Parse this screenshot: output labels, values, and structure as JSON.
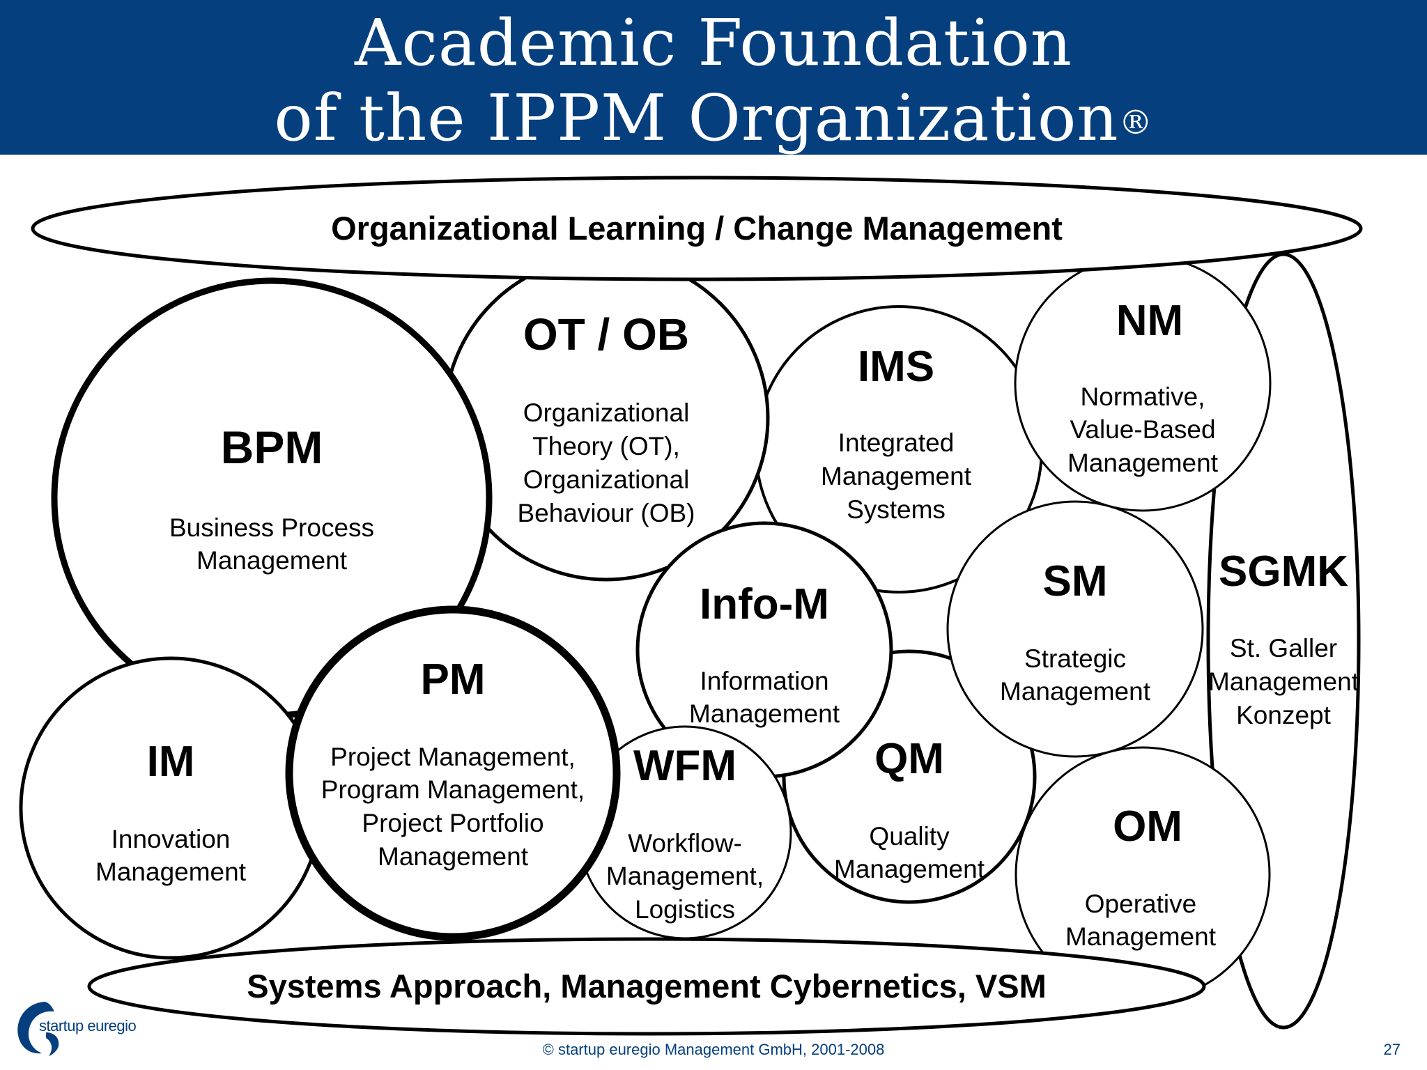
{
  "header": {
    "title_line1": "Academic Foundation",
    "title_line2": "of the IPPM Organization",
    "registered_mark": "®"
  },
  "bands": {
    "top": "Organizational Learning / Change Management",
    "bottom": "Systems Approach, Management Cybernetics, VSM"
  },
  "circles": {
    "bpm": {
      "abbr": "BPM",
      "desc": [
        "Business Process",
        "Management"
      ]
    },
    "otob": {
      "abbr": "OT / OB",
      "desc": [
        "Organizational",
        "Theory (OT),",
        "Organizational",
        "Behaviour (OB)"
      ]
    },
    "ims": {
      "abbr": "IMS",
      "desc": [
        "Integrated",
        "Management",
        "Systems"
      ]
    },
    "nm": {
      "abbr": "NM",
      "desc": [
        "Normative,",
        "Value-Based",
        "Management"
      ]
    },
    "sgmk": {
      "abbr": "SGMK",
      "desc": [
        "St. Galler",
        "Management",
        "Konzept"
      ]
    },
    "infom": {
      "abbr": "Info-M",
      "desc": [
        "Information",
        "Management"
      ]
    },
    "sm": {
      "abbr": "SM",
      "desc": [
        "Strategic",
        "Management"
      ]
    },
    "pm": {
      "abbr": "PM",
      "desc": [
        "Project Management,",
        "Program Management,",
        "Project Portfolio",
        "Management"
      ]
    },
    "im": {
      "abbr": "IM",
      "desc": [
        "Innovation",
        "Management"
      ]
    },
    "wfm": {
      "abbr": "WFM",
      "desc": [
        "Workflow-",
        "Management,",
        "Logistics"
      ]
    },
    "qm": {
      "abbr": "QM",
      "desc": [
        "Quality",
        "Management"
      ]
    },
    "om": {
      "abbr": "OM",
      "desc": [
        "Operative",
        "Management"
      ]
    }
  },
  "footer": {
    "copyright": "© startup euregio Management GmbH, 2001-2008",
    "page_number": "27",
    "logo_text": "startup euregio"
  },
  "colors": {
    "header_bg": "#053f7e",
    "footer_text": "#053f7e"
  }
}
